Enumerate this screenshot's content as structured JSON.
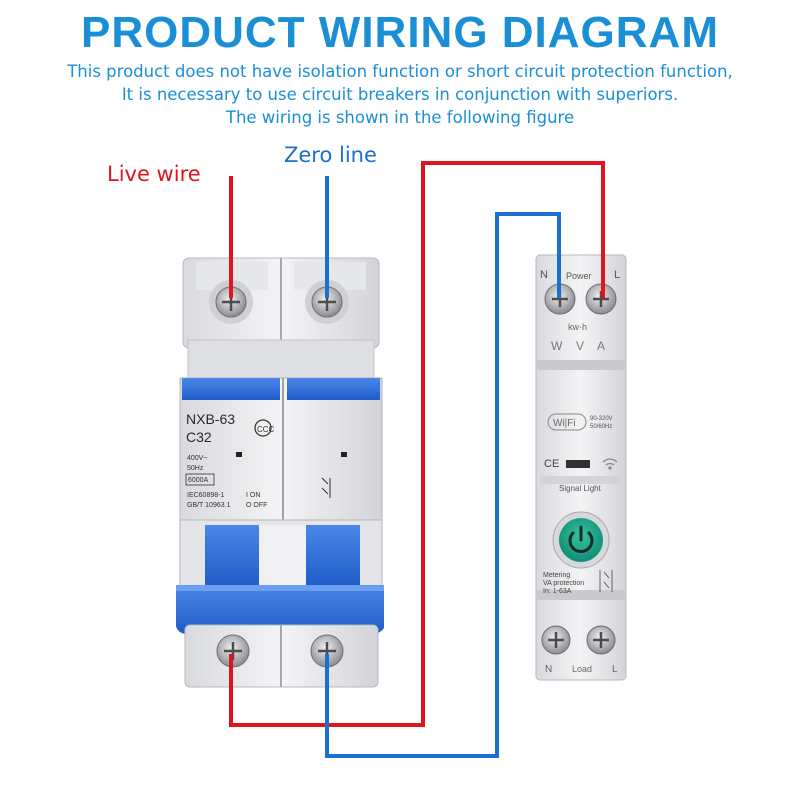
{
  "title": "PRODUCT WIRING DIAGRAM",
  "description": {
    "line1": "This product does not have isolation function or short circuit protection function,",
    "line2": "It is necessary to use circuit breakers in conjunction with superiors.",
    "line3": "The wiring is shown in the following figure"
  },
  "labels": {
    "live_wire": "Live wire",
    "zero_line": "Zero line"
  },
  "breaker": {
    "model": "NXB-63",
    "rating": "C32",
    "spec1": "400V~",
    "spec2": "50Hz",
    "spec3": "6000A",
    "standard1": "IEC60898-1",
    "standard2": "GB/T 10963.1",
    "on_label": "I ON",
    "off_label": "O OFF"
  },
  "meter": {
    "n_top": "N",
    "power": "Power",
    "l_top": "L",
    "kwh": "kw·h",
    "w": "W",
    "v": "V",
    "a": "A",
    "wifi": "Wi|Fi",
    "voltage": "90-320V",
    "freq": "50/60Hz",
    "ce": "CE",
    "signal_light": "Signal Light",
    "metering": "Metering",
    "va_protection": "VA protection",
    "in_rating": "In: 1-63A",
    "n_bottom": "N",
    "load": "Load",
    "l_bottom": "L"
  },
  "colors": {
    "title_blue": "#1a8fd6",
    "live_red": "#e0141e",
    "zero_blue": "#1a6fd0",
    "breaker_blue": "#2f6fd8",
    "power_button_green": "#17a58a"
  }
}
